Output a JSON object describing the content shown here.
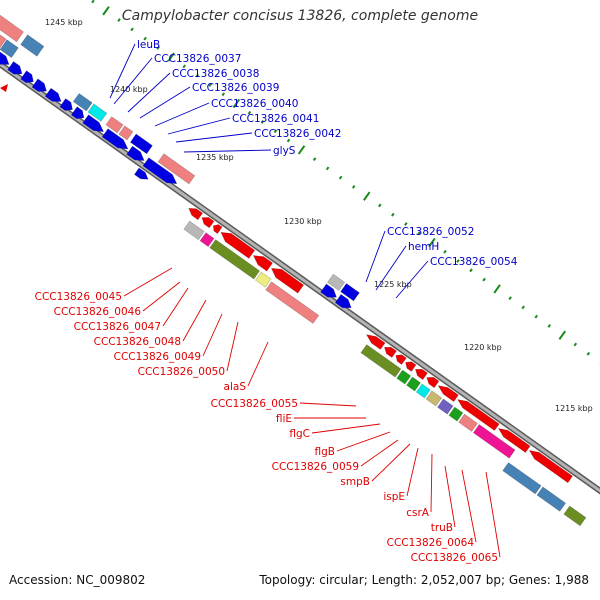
{
  "title": "Campylobacter concisus 13826, complete genome",
  "footer": {
    "accession_label": "Accession:",
    "accession": "NC_009802",
    "topology_label": "Topology:",
    "topology": "circular",
    "length_label": "Length:",
    "length": "2,052,007 bp",
    "genes_label": "Genes:",
    "genes": "1,988"
  },
  "colors": {
    "forward_label": "#0000c8",
    "reverse_label": "#e00000",
    "backbone": "#8a8a8a",
    "tick": "#1a8a1a",
    "gene_blue": "#0000e0",
    "gene_red": "#ee0000",
    "gene_pink": "#ee8080",
    "gene_grey": "#b8b8b8",
    "gene_olive": "#6b8e23",
    "gene_yellow": "#ecec80",
    "gene_cyan": "#00e8e8",
    "gene_steel": "#4682b4",
    "gene_magenta": "#ee1493",
    "gene_green": "#1aa01a",
    "gene_purple": "#7060c0",
    "gene_tan": "#c8b870"
  },
  "scale": {
    "unit": "kbp",
    "ticks": [
      "1245 kbp",
      "1240 kbp",
      "1235 kbp",
      "1230 kbp",
      "1225 kbp",
      "1220 kbp",
      "1215 kbp"
    ]
  },
  "forward_labels_top": [
    "leuB",
    "CCC13826_0037",
    "CCC13826_0038",
    "CCC13826_0039",
    "CCC13826_0040",
    "CCC13826_0041",
    "CCC13826_0042",
    "glyS"
  ],
  "forward_labels_mid": [
    "CCC13826_0052",
    "hemH",
    "CCC13826_0054"
  ],
  "reverse_labels_left": [
    "CCC13826_0045",
    "CCC13826_0046",
    "CCC13826_0047",
    "CCC13826_0048",
    "CCC13826_0049",
    "CCC13826_0050",
    "alaS",
    "CCC13826_0055"
  ],
  "reverse_labels_bottom": [
    "fliE",
    "flgC",
    "flgB",
    "CCC13826_0059",
    "smpB",
    "ispE",
    "csrA",
    "truB",
    "CCC13826_0064",
    "CCC13826_0065"
  ]
}
